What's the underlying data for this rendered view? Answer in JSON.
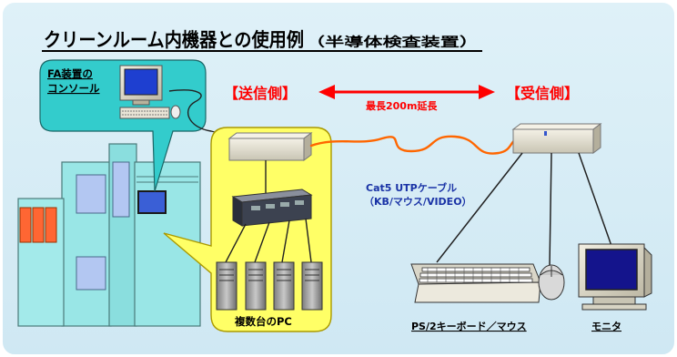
{
  "title": {
    "main": "クリーンルーム内機器との使用例",
    "sub": "（半導体検査装置）"
  },
  "console_label": {
    "line1": "FA装置の",
    "line2": "コンソール"
  },
  "transmitter_label": "【送信側】",
  "receiver_label": "【受信側】",
  "distance_label": "最長200m延長",
  "cable_label": {
    "line1": "Cat5 UTPケーブル",
    "line2": "（KB/マウス/VIDEO）"
  },
  "pcs_label": "複数台のPC",
  "keyboard_mouse_label": "PS/2キーボード／マウス",
  "monitor_label": "モニタ",
  "colors": {
    "frame": "#d9eef6",
    "bubble_console": "#33cccc",
    "bubble_pcs": "#ffff66",
    "side_label_red": "#ff0000",
    "cable_orange": "#ff6600",
    "arrow_red": "#ff0000",
    "link_blue": "#1a33a6",
    "machine_body": "#99e6e6",
    "machine_window": "#b3c7f2"
  }
}
